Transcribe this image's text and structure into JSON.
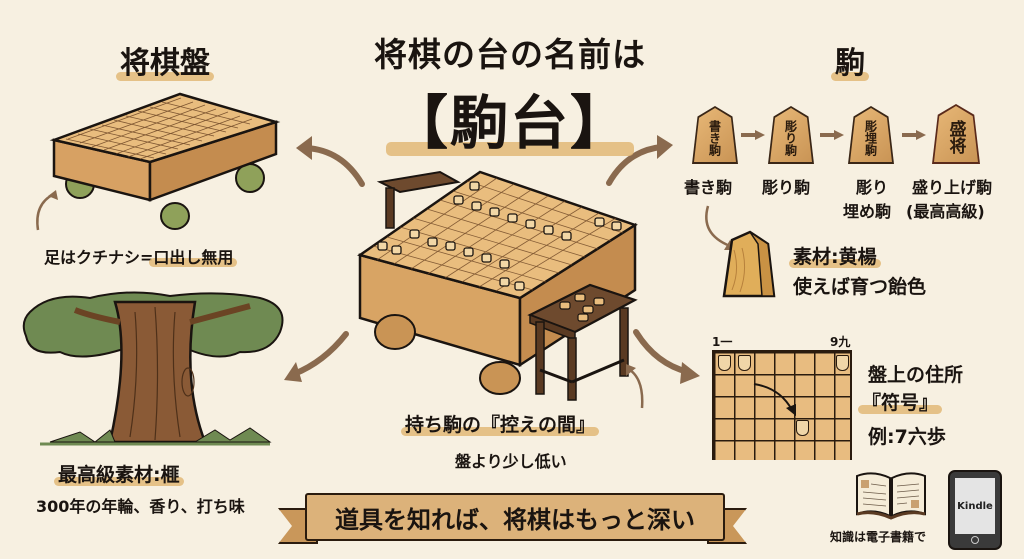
{
  "title": {
    "subtitle": "将棋の台の名前は",
    "main": "【駒台】"
  },
  "shogiban": {
    "heading": "将棋盤",
    "caption": "足はクチナシ=",
    "caption_highlight": "口出し無用"
  },
  "koma": {
    "heading": "駒",
    "steps": [
      {
        "piece_text": "書き駒",
        "label_line1": "書き駒",
        "label_line2": ""
      },
      {
        "piece_text": "彫り駒",
        "label_line1": "彫り駒",
        "label_line2": ""
      },
      {
        "piece_text": "彫埋駒",
        "label_line1": "彫り",
        "label_line2": "埋め駒"
      },
      {
        "piece_text": "盛将",
        "label_line1": "盛り上げ駒",
        "label_line2": "(最高高級)"
      }
    ],
    "material_title": "素材:黄楊",
    "material_desc": "使えば育つ飴色"
  },
  "notation": {
    "corner_left": "1一",
    "corner_right": "9九",
    "title": "盤上の住所",
    "term": "『符号』",
    "example": "例:7六歩"
  },
  "tree": {
    "title": "最高級素材:榧",
    "desc": "300年の年輪、香り、打ち味"
  },
  "komadai": {
    "title": "持ち駒の『控えの間』",
    "desc": "盤より少し低い"
  },
  "banner": {
    "text": "道具を知れば、将棋はもっと深い"
  },
  "ebook": {
    "caption": "知識は電子書籍で",
    "device_label": "Kindle"
  },
  "colors": {
    "background": "#f7f0e1",
    "highlight": "#e2b877",
    "wood": "#d9a766",
    "arrow": "#8a6a4e",
    "ink": "#1a1410"
  }
}
